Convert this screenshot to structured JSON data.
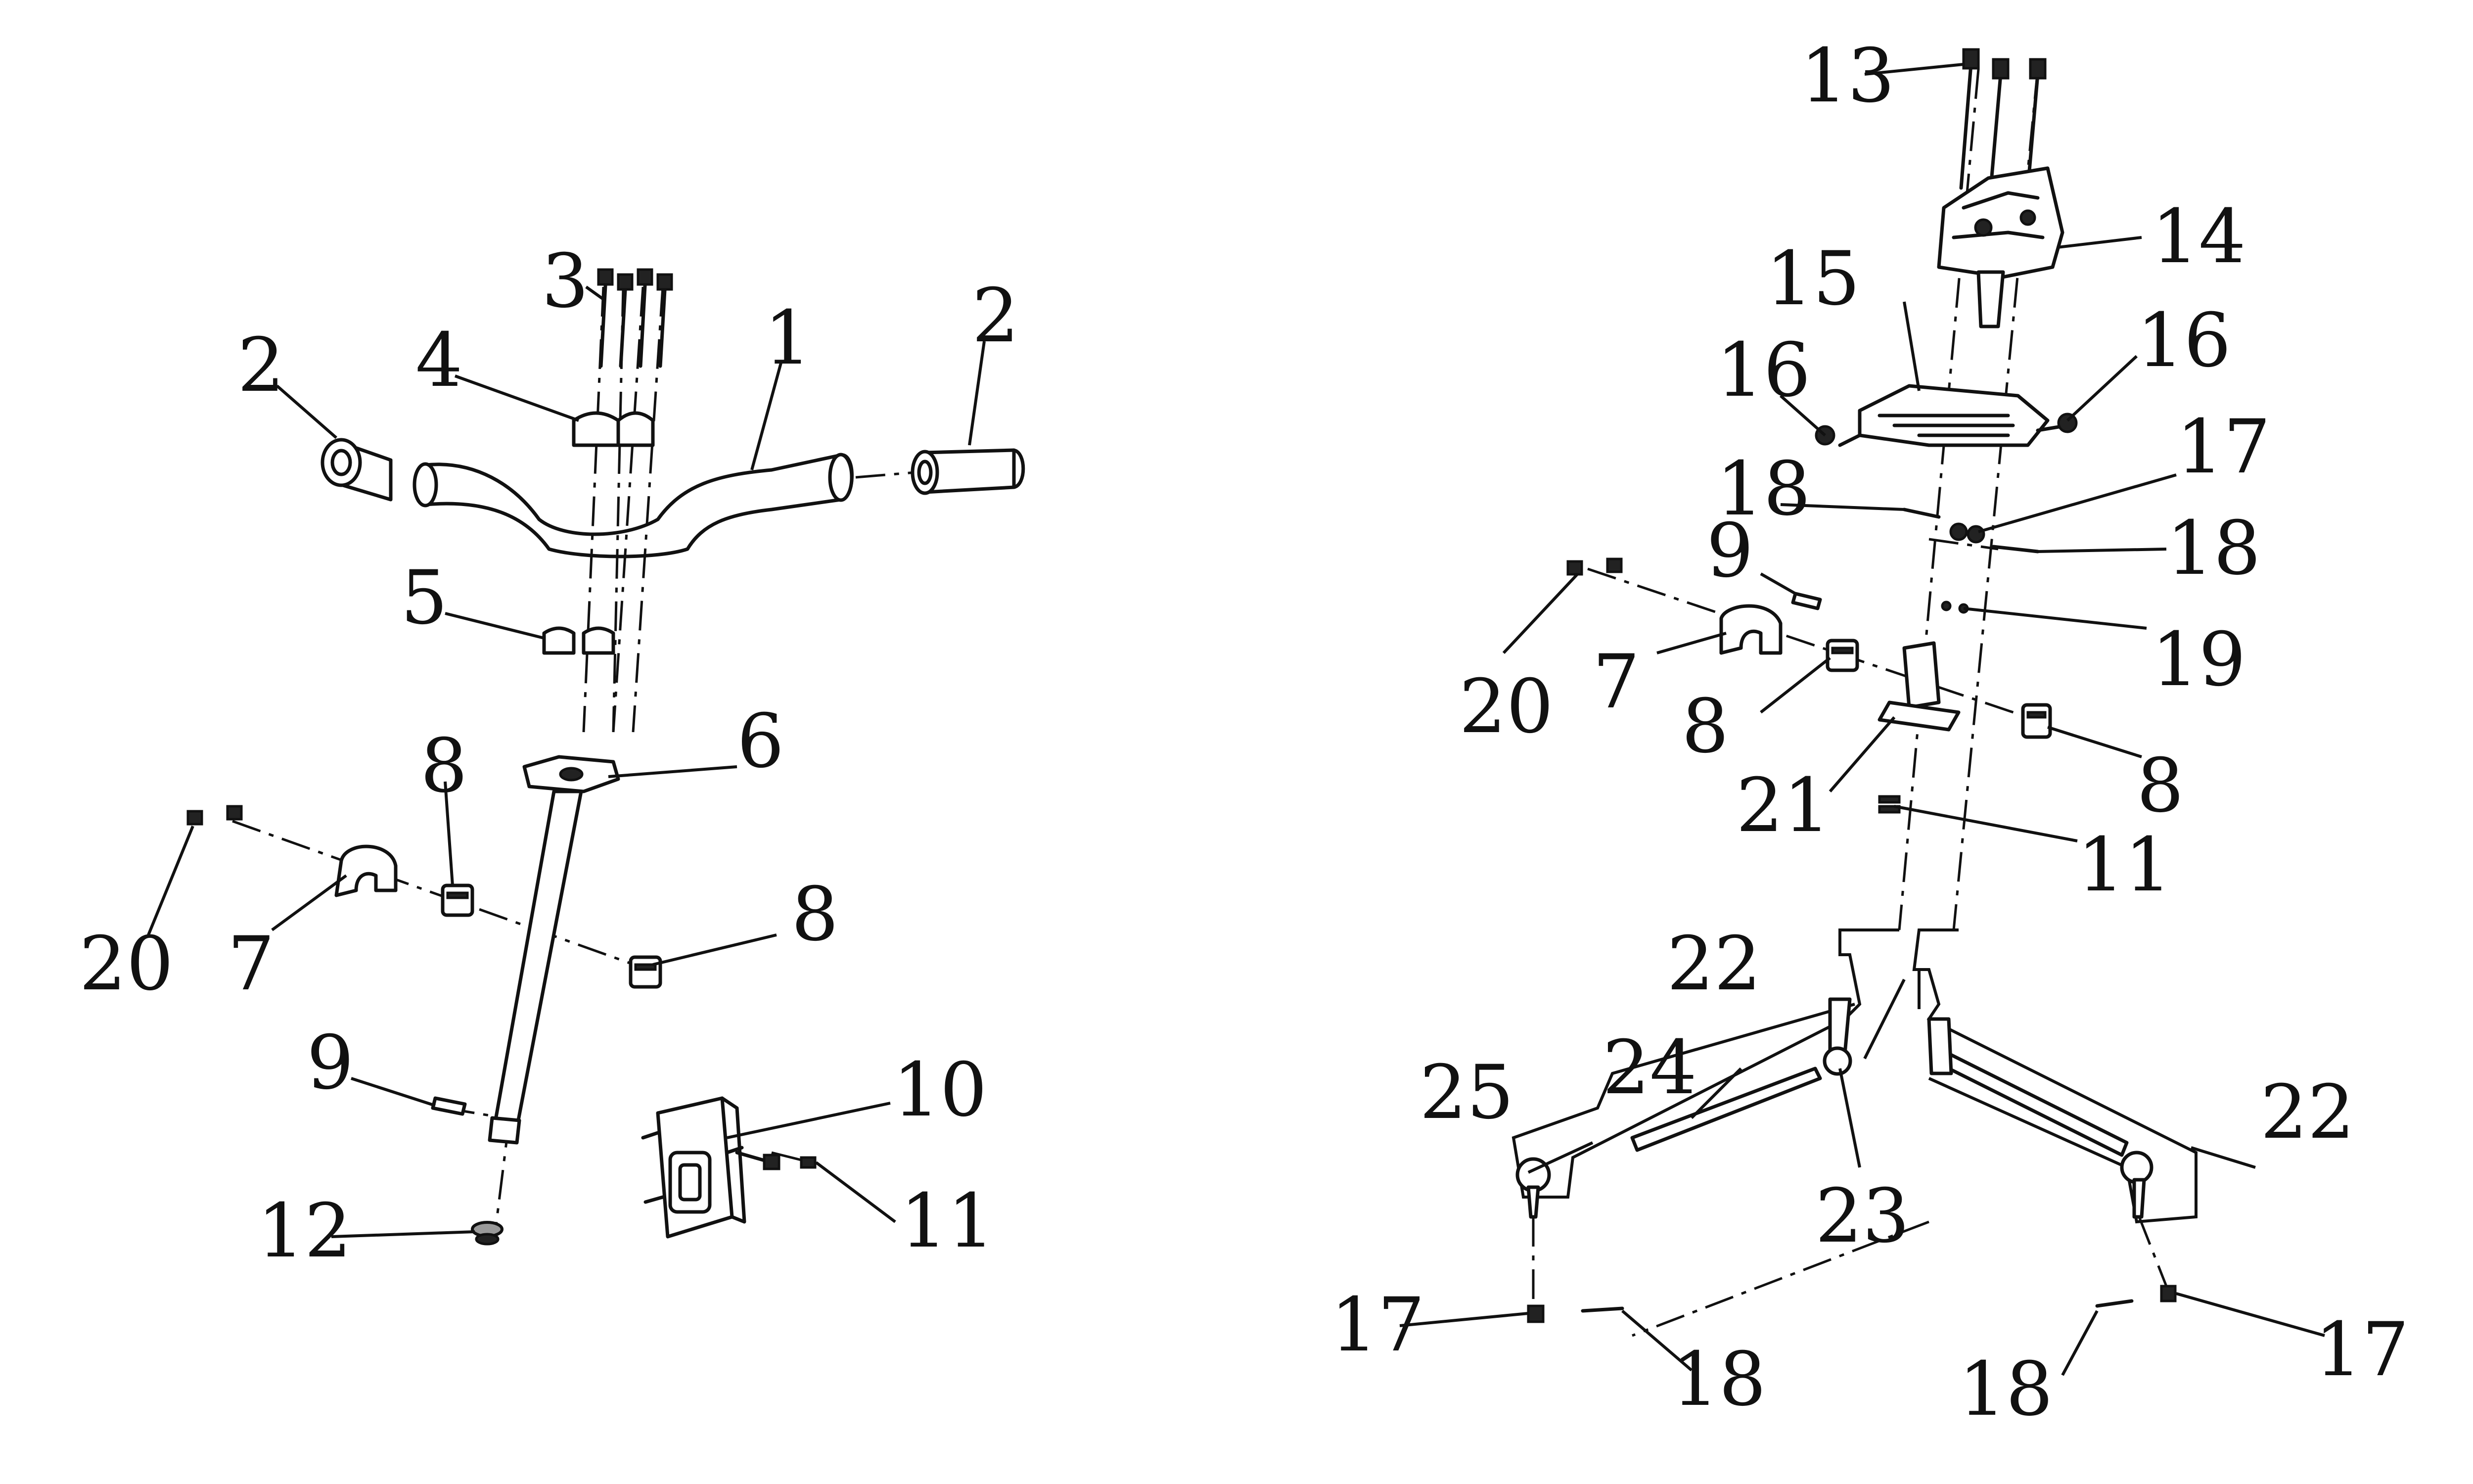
{
  "diagram": {
    "left_assembly": {
      "callouts": [
        "1",
        "2",
        "2",
        "3",
        "4",
        "5",
        "6",
        "7",
        "8",
        "8",
        "9",
        "10",
        "11",
        "12",
        "20"
      ]
    },
    "right_assembly": {
      "callouts": [
        "13",
        "14",
        "15",
        "16",
        "16",
        "17",
        "18",
        "18",
        "9",
        "20",
        "7",
        "8",
        "8",
        "19",
        "21",
        "11",
        "22",
        "22",
        "24",
        "25",
        "23",
        "17",
        "18",
        "18",
        "17"
      ]
    }
  }
}
